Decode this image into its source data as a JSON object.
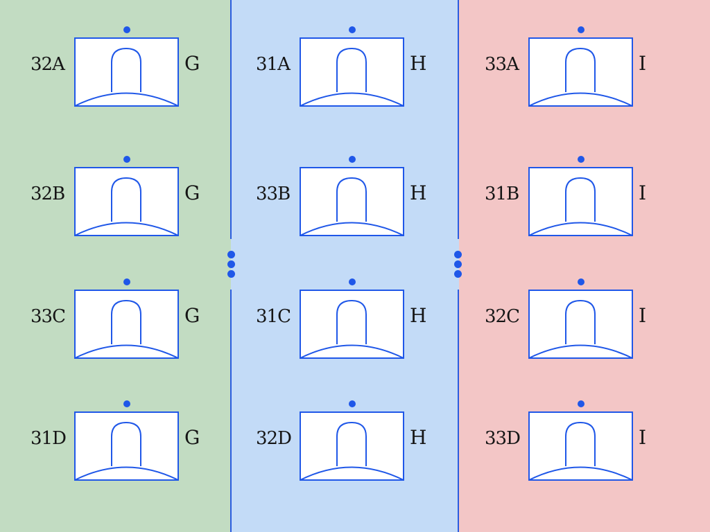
{
  "colors": {
    "green_bg": "#c2dcc2",
    "blue_bg": "#c3dbf7",
    "red_bg": "#f3c6c6",
    "ink": "#1f57e8",
    "text": "#151515"
  },
  "columns": [
    {
      "name": "green",
      "cells": [
        {
          "code": "32A",
          "letter": "G"
        },
        {
          "code": "32B",
          "letter": "G"
        },
        {
          "code": "33C",
          "letter": "G"
        },
        {
          "code": "31D",
          "letter": "G"
        }
      ]
    },
    {
      "name": "blue",
      "cells": [
        {
          "code": "31A",
          "letter": "H"
        },
        {
          "code": "33B",
          "letter": "H"
        },
        {
          "code": "31C",
          "letter": "H"
        },
        {
          "code": "32D",
          "letter": "H"
        }
      ]
    },
    {
      "name": "red",
      "cells": [
        {
          "code": "33A",
          "letter": "I"
        },
        {
          "code": "31B",
          "letter": "I"
        },
        {
          "code": "32C",
          "letter": "I"
        },
        {
          "code": "33D",
          "letter": "I"
        }
      ]
    }
  ]
}
